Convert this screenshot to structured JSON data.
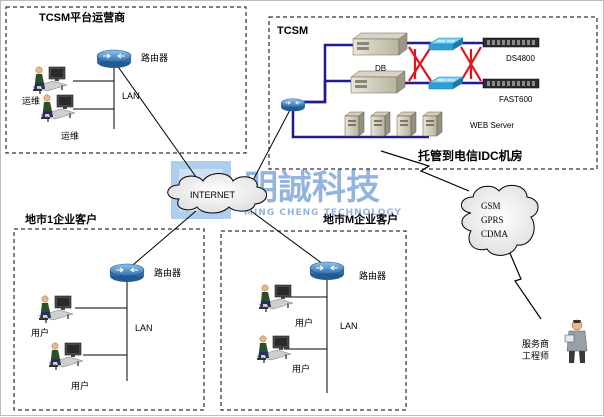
{
  "watermark": {
    "main": "明誠科技",
    "sub": "MING CHENG TECHNOLOGY"
  },
  "tcsm_ops": {
    "title": "TCSM平台运营商",
    "router": "路由器",
    "lan": "LAN",
    "ops_1": "运维",
    "ops_2": "运维"
  },
  "idc": {
    "title": "TCSM",
    "db": "DB",
    "ds4800": "DS4800",
    "fast600": "FAST600",
    "web_server": "WEB Server",
    "hosting": "托管到电信IDC机房"
  },
  "internet": {
    "label": "INTERNET"
  },
  "mobile": {
    "gsm": "GSM",
    "gprs": "GPRS",
    "cdma": "CDMA"
  },
  "client_1": {
    "title": "地市1企业客户",
    "router": "路由器",
    "lan": "LAN",
    "user_1": "用户",
    "user_2": "用户"
  },
  "client_m": {
    "title": "地市M企业客户",
    "router": "路由器",
    "lan": "LAN",
    "user_1": "用户",
    "user_2": "用户"
  },
  "engineer": {
    "line1": "服务商",
    "line2": "工程师"
  },
  "colors": {
    "link_blue": "#1c1c8c",
    "cross_red": "#e0141a",
    "router_blue": "#3c84c4",
    "watermark_blue": "#3a78c4",
    "switch_cyan": "#3fb7e8"
  }
}
